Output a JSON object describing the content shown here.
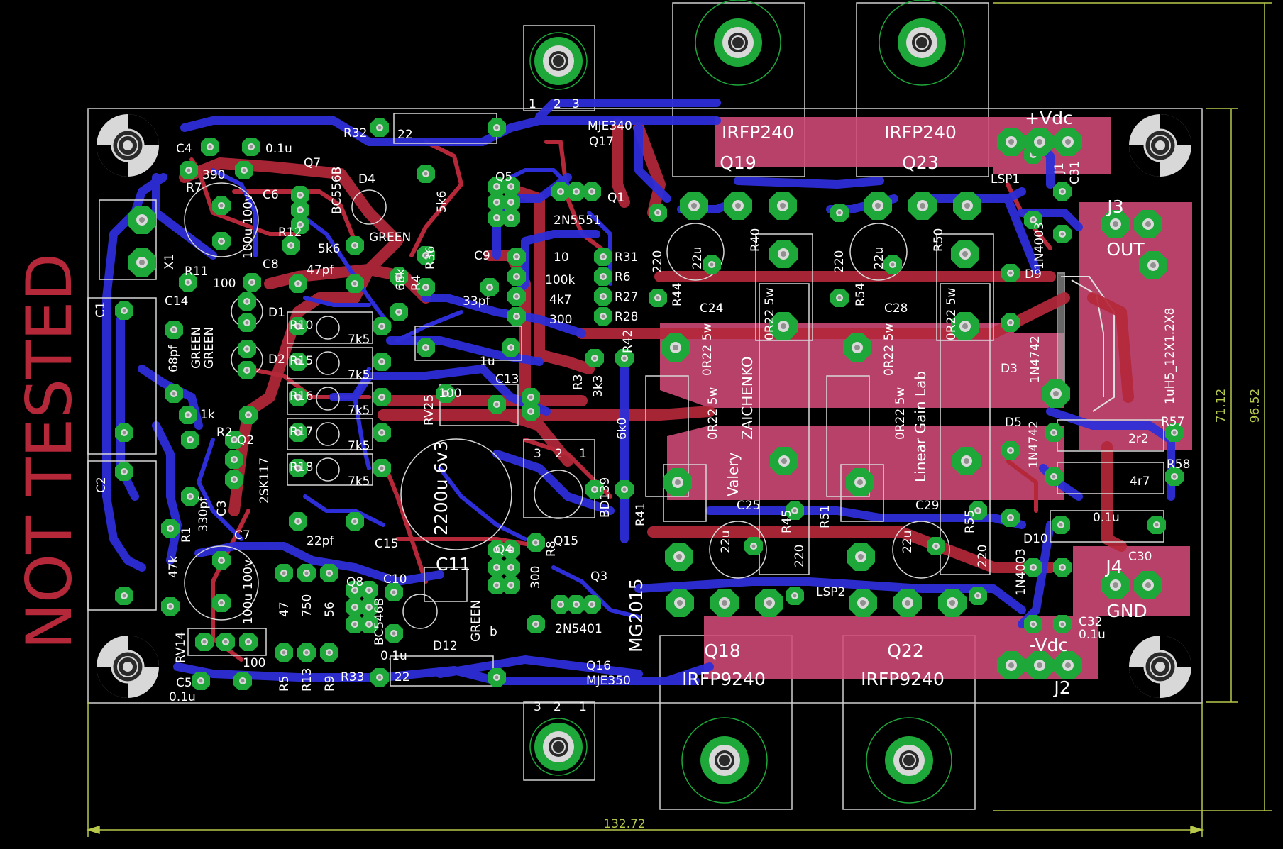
{
  "watermark": "NOT TESTED",
  "colors": {
    "background": "#000000",
    "top_copper": "#b4283a",
    "bottom_copper": "#2e2ed8",
    "pad": "#1ea83a",
    "silkscreen": "#ffffff",
    "dimension": "#b8c84a",
    "pour": "#d24a78"
  },
  "dimensions": {
    "width": "132.72",
    "height_inner": "71.12",
    "height_outer": "96.52"
  },
  "credits": {
    "line1": "Valery",
    "line2": "ZAICHENKO",
    "line3": "Linear Gain Lab"
  },
  "board_name": "MG2015",
  "connectors": {
    "vdc_pos": "+Vdc",
    "vdc_neg": "-Vdc",
    "out": "OUT",
    "gnd": "GND",
    "j1": "J1",
    "j2": "J2",
    "j3": "J3",
    "j4": "J4",
    "x1": "X1"
  },
  "labels": [
    {
      "id": "irfp240a",
      "text": "IRFP240"
    },
    {
      "id": "irfp240b",
      "text": "IRFP240"
    },
    {
      "id": "q19",
      "text": "Q19"
    },
    {
      "id": "q23",
      "text": "Q23"
    },
    {
      "id": "irfp9240a",
      "text": "IRFP9240"
    },
    {
      "id": "irfp9240b",
      "text": "IRFP9240"
    },
    {
      "id": "q18",
      "text": "Q18"
    },
    {
      "id": "q22",
      "text": "Q22"
    },
    {
      "id": "mje340",
      "text": "MJE340"
    },
    {
      "id": "q17",
      "text": "Q17"
    },
    {
      "id": "mje350",
      "text": "MJE350"
    },
    {
      "id": "q16",
      "text": "Q16"
    },
    {
      "id": "r32",
      "text": "R32"
    },
    {
      "id": "r32v",
      "text": "22"
    },
    {
      "id": "r33",
      "text": "R33"
    },
    {
      "id": "r33v",
      "text": "22"
    },
    {
      "id": "c4",
      "text": "C4"
    },
    {
      "id": "c4v",
      "text": "0.1u"
    },
    {
      "id": "q7",
      "text": "Q7"
    },
    {
      "id": "r7",
      "text": "R7"
    },
    {
      "id": "r7v",
      "text": "390"
    },
    {
      "id": "c6",
      "text": "C6"
    },
    {
      "id": "d4",
      "text": "D4"
    },
    {
      "id": "q5",
      "text": "Q5"
    },
    {
      "id": "c6b",
      "text": "C6"
    },
    {
      "id": "q1",
      "text": "Q1"
    },
    {
      "id": "q1t",
      "text": "2N5551"
    },
    {
      "id": "r12",
      "text": "R12"
    },
    {
      "id": "r12v",
      "text": "5k6"
    },
    {
      "id": "green1",
      "text": "GREEN"
    },
    {
      "id": "c9",
      "text": "C9"
    },
    {
      "id": "r31",
      "text": "R31"
    },
    {
      "id": "r31v",
      "text": "10"
    },
    {
      "id": "r11",
      "text": "R11"
    },
    {
      "id": "r11v",
      "text": "100"
    },
    {
      "id": "c8",
      "text": "C8"
    },
    {
      "id": "c8v",
      "text": "47pf"
    },
    {
      "id": "r6",
      "text": "R6"
    },
    {
      "id": "r6v",
      "text": "100k"
    },
    {
      "id": "c14",
      "text": "C14"
    },
    {
      "id": "d1",
      "text": "D1"
    },
    {
      "id": "r27",
      "text": "R27"
    },
    {
      "id": "r27v",
      "text": "4k7"
    },
    {
      "id": "r28",
      "text": "R28"
    },
    {
      "id": "r28v",
      "text": "300"
    },
    {
      "id": "c1",
      "text": "C1"
    },
    {
      "id": "r10",
      "text": "R10"
    },
    {
      "id": "r10v",
      "text": "7k5"
    },
    {
      "id": "r15",
      "text": "R15"
    },
    {
      "id": "r15v",
      "text": "7k5"
    },
    {
      "id": "d2",
      "text": "D2"
    },
    {
      "id": "r42",
      "text": "R42"
    },
    {
      "id": "c14v",
      "text": "68pf"
    },
    {
      "id": "c13",
      "text": "C13"
    },
    {
      "id": "r3",
      "text": "R3"
    },
    {
      "id": "r3v",
      "text": "3k3"
    },
    {
      "id": "r16",
      "text": "R16"
    },
    {
      "id": "r16v",
      "text": "7k5"
    },
    {
      "id": "rv25",
      "text": "RV25"
    },
    {
      "id": "rv25v",
      "text": "100"
    },
    {
      "id": "r2",
      "text": "R2"
    },
    {
      "id": "r2v",
      "text": "1k"
    },
    {
      "id": "q2",
      "text": "Q2"
    },
    {
      "id": "q2t",
      "text": "2SK117"
    },
    {
      "id": "r17",
      "text": "R17"
    },
    {
      "id": "r17v",
      "text": "7k5"
    },
    {
      "id": "c2",
      "text": "C2"
    },
    {
      "id": "r18",
      "text": "R18"
    },
    {
      "id": "r18v",
      "text": "7k5"
    },
    {
      "id": "c3",
      "text": "C3"
    },
    {
      "id": "c3v",
      "text": "330pf"
    },
    {
      "id": "c15",
      "text": "C15"
    },
    {
      "id": "c15v",
      "text": "22pf"
    },
    {
      "id": "r1",
      "text": "R1"
    },
    {
      "id": "r1v",
      "text": "47k"
    },
    {
      "id": "c7",
      "text": "C7"
    },
    {
      "id": "c7v",
      "text": "100u 100v"
    },
    {
      "id": "c6v",
      "text": "100u 100v"
    },
    {
      "id": "q4",
      "text": "Q4"
    },
    {
      "id": "r8",
      "text": "R8"
    },
    {
      "id": "r8v",
      "text": "300"
    },
    {
      "id": "q15",
      "text": "Q15"
    },
    {
      "id": "q3",
      "text": "Q3"
    },
    {
      "id": "q3t",
      "text": "2N5401"
    },
    {
      "id": "c11",
      "text": "C11"
    },
    {
      "id": "c11v",
      "text": "2200u 6v3"
    },
    {
      "id": "d12",
      "text": "D12"
    },
    {
      "id": "green2",
      "text": "GREEN"
    },
    {
      "id": "c10",
      "text": "C10"
    },
    {
      "id": "q8",
      "text": "Q8"
    },
    {
      "id": "q8t",
      "text": "BC546B"
    },
    {
      "id": "q7t",
      "text": "BC556B"
    },
    {
      "id": "rv14",
      "text": "RV14"
    },
    {
      "id": "rv14v",
      "text": "100"
    },
    {
      "id": "c5",
      "text": "C5"
    },
    {
      "id": "c5v",
      "text": "0.1u"
    },
    {
      "id": "r5",
      "text": "R5"
    },
    {
      "id": "r13",
      "text": "R13"
    },
    {
      "id": "r9",
      "text": "R9"
    },
    {
      "id": "r5v",
      "text": "47"
    },
    {
      "id": "r13v",
      "text": "750"
    },
    {
      "id": "r9v",
      "text": "56"
    },
    {
      "id": "c10v",
      "text": "0.1u"
    },
    {
      "id": "bd139",
      "text": "BD139"
    },
    {
      "id": "r41",
      "text": "R41"
    },
    {
      "id": "c24",
      "text": "C24"
    },
    {
      "id": "c28",
      "text": "C28"
    },
    {
      "id": "c25",
      "text": "C25"
    },
    {
      "id": "c29",
      "text": "C29"
    },
    {
      "id": "r40",
      "text": "R40"
    },
    {
      "id": "r50",
      "text": "R50"
    },
    {
      "id": "r44",
      "text": "R44"
    },
    {
      "id": "r54",
      "text": "R54"
    },
    {
      "id": "r45",
      "text": "R45"
    },
    {
      "id": "r55",
      "text": "R55"
    },
    {
      "id": "r51",
      "text": "R51"
    },
    {
      "id": "lsp1",
      "text": "LSP1"
    },
    {
      "id": "lsp2",
      "text": "LSP2"
    },
    {
      "id": "c31",
      "text": "C31"
    },
    {
      "id": "d9",
      "text": "D9"
    },
    {
      "id": "d3",
      "text": "D3"
    },
    {
      "id": "d5",
      "text": "D5"
    },
    {
      "id": "d10",
      "text": "D10"
    },
    {
      "id": "r57",
      "text": "R57"
    },
    {
      "id": "r57v",
      "text": "2r2"
    },
    {
      "id": "r58",
      "text": "R58"
    },
    {
      "id": "r58v",
      "text": "4r7"
    },
    {
      "id": "c30",
      "text": "C30"
    },
    {
      "id": "c30v",
      "text": "0.1u"
    },
    {
      "id": "c32",
      "text": "C32"
    },
    {
      "id": "c32v",
      "text": "0.1u"
    },
    {
      "id": "res5w",
      "text": "0R22 5w"
    },
    {
      "id": "cap22u",
      "text": "22u"
    },
    {
      "id": "r220",
      "text": "220"
    },
    {
      "id": "d4003",
      "text": "1N4003"
    },
    {
      "id": "d4742",
      "text": "1N4742"
    },
    {
      "id": "coil",
      "text": "1uH5_12X1.2X8"
    },
    {
      "id": "c9v",
      "text": "33pf"
    },
    {
      "id": "c13v",
      "text": "1u"
    },
    {
      "id": "r36v",
      "text": "5k6"
    },
    {
      "id": "r4v",
      "text": "68k"
    },
    {
      "id": "r36",
      "text": "R36"
    },
    {
      "id": "r4",
      "text": "R4"
    },
    {
      "id": "c6c",
      "text": "6k0"
    },
    {
      "id": "pin1",
      "text": "1"
    },
    {
      "id": "pin2",
      "text": "2"
    },
    {
      "id": "pin3",
      "text": "3"
    },
    {
      "id": "pin_b",
      "text": "b"
    },
    {
      "id": "green_d1",
      "text": "GREEN"
    },
    {
      "id": "green_d2",
      "text": "GREEN"
    }
  ]
}
